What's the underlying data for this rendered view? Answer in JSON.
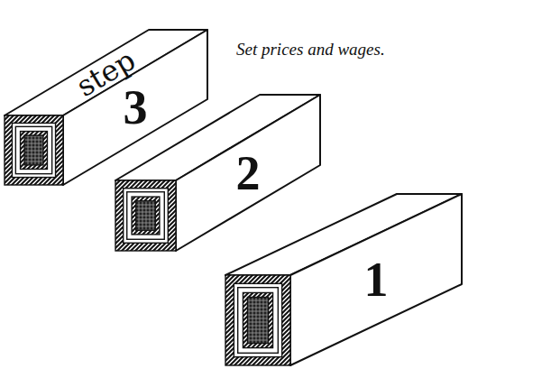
{
  "diagram": {
    "nodes": [
      {
        "text": [
          "step",
          "3"
        ]
      },
      {
        "text": [
          "2"
        ]
      },
      {
        "text": [
          "1"
        ]
      }
    ],
    "labels": [
      "Set prices and wages."
    ]
  }
}
